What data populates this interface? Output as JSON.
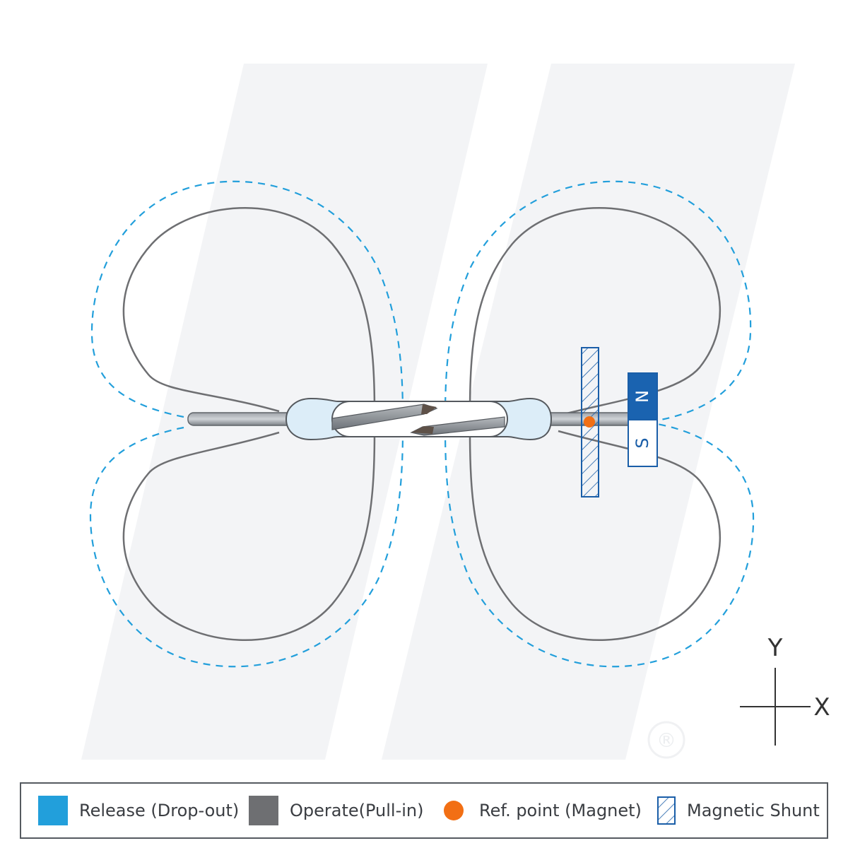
{
  "diagram": {
    "magnet": {
      "north_label": "N",
      "south_label": "S"
    },
    "axes": {
      "x_label": "X",
      "y_label": "Y"
    },
    "watermark": {
      "registered_mark": "®"
    }
  },
  "legend": {
    "items": [
      {
        "label": "Release (Drop-out)",
        "color": "#229fdb",
        "icon": "dashed-line-swatch"
      },
      {
        "label": "Operate(Pull-in)",
        "color": "#6e6f72",
        "icon": "solid-line-swatch"
      },
      {
        "label": "Ref. point (Magnet)",
        "color": "#f26f14",
        "icon": "dot-swatch"
      },
      {
        "label": "Magnetic Shunt",
        "color": "#1a5ea8",
        "icon": "hatch-swatch"
      }
    ]
  },
  "colors": {
    "release": "#229fdb",
    "operate": "#6e6f72",
    "ref_point": "#f26f14",
    "magnet_north": "#1a63b0",
    "shunt": "#1a5ea8"
  }
}
